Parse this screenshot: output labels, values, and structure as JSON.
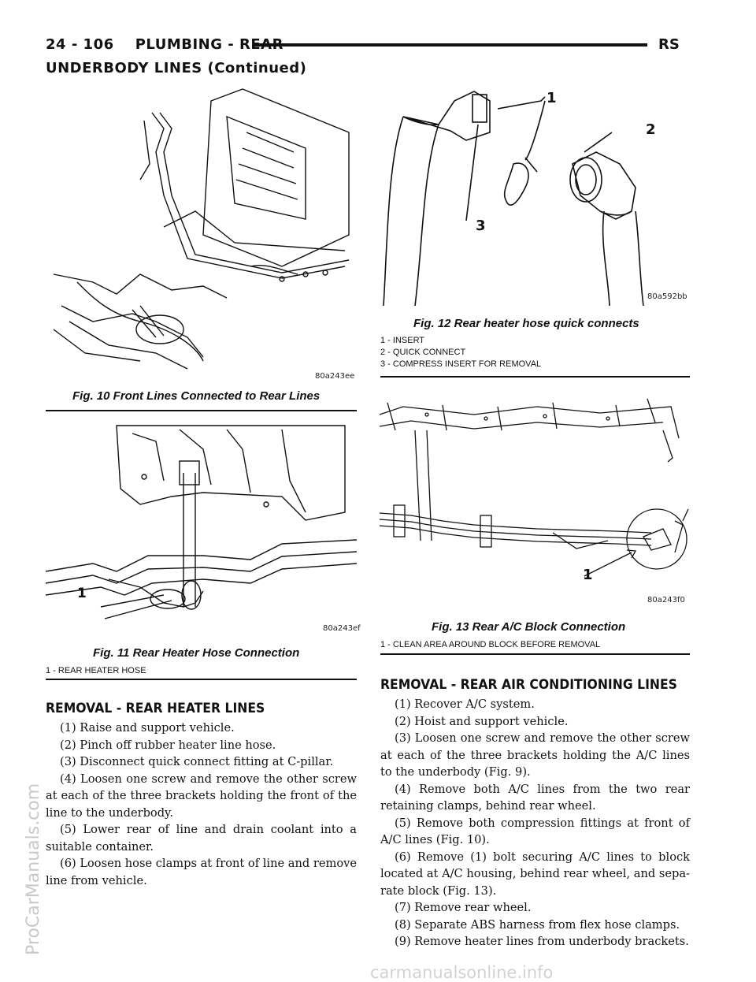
{
  "header": {
    "page_ref": "24 - 106",
    "title": "PLUMBING - REAR",
    "section_code": "RS"
  },
  "continued_heading": "UNDERBODY LINES (Continued)",
  "figures": {
    "fig10": {
      "code": "80a243ee",
      "caption": "Fig. 10 Front Lines Connected to Rear Lines"
    },
    "fig11": {
      "code": "80a243ef",
      "caption": "Fig. 11 Rear Heater Hose Connection",
      "callout": "1",
      "legend": [
        "1 - REAR HEATER HOSE"
      ]
    },
    "fig12": {
      "code": "80a592bb",
      "caption": "Fig. 12 Rear heater hose quick connects",
      "callouts": [
        "1",
        "2",
        "3"
      ],
      "legend": [
        "1 - INSERT",
        "2 - QUICK CONNECT",
        "3 - COMPRESS INSERT FOR REMOVAL"
      ]
    },
    "fig13": {
      "code": "80a243f0",
      "caption": "Fig. 13 Rear A/C Block Connection",
      "callout": "1",
      "legend": [
        "1 - CLEAN AREA AROUND BLOCK BEFORE REMOVAL"
      ]
    }
  },
  "removal_heater": {
    "heading": "REMOVAL - REAR HEATER LINES",
    "steps": [
      "(1) Raise and support vehicle.",
      "(2) Pinch off rubber heater line hose.",
      "(3) Disconnect quick connect fitting at C-pillar.",
      "(4) Loosen one screw and remove the other screw at each of the three brackets holding the front of the line to the underbody.",
      "(5) Lower rear of line and drain coolant into a suitable container.",
      "(6) Loosen hose clamps at front of line and remove line from vehicle."
    ]
  },
  "removal_ac": {
    "heading": "REMOVAL - REAR AIR CONDITIONING LINES",
    "steps": [
      "(1) Recover A/C system.",
      "(2) Hoist and support vehicle.",
      "(3) Loosen one screw and remove the other screw at each of the three brackets holding the A/C lines to the underbody (Fig. 9).",
      "(4) Remove both A/C lines from the two rear retaining clamps, behind rear wheel.",
      "(5) Remove both compression fittings at front of A/C lines (Fig. 10).",
      "(6) Remove (1) bolt securing A/C lines to block located at A/C housing, behind rear wheel, and sepa-rate block (Fig. 13).",
      "(7) Remove rear wheel.",
      "(8) Separate ABS harness from flex hose clamps.",
      "(9) Remove heater lines from underbody brackets."
    ]
  },
  "watermarks": {
    "side": "ProCarManuals.com",
    "footer": "carmanualsonline.info"
  }
}
